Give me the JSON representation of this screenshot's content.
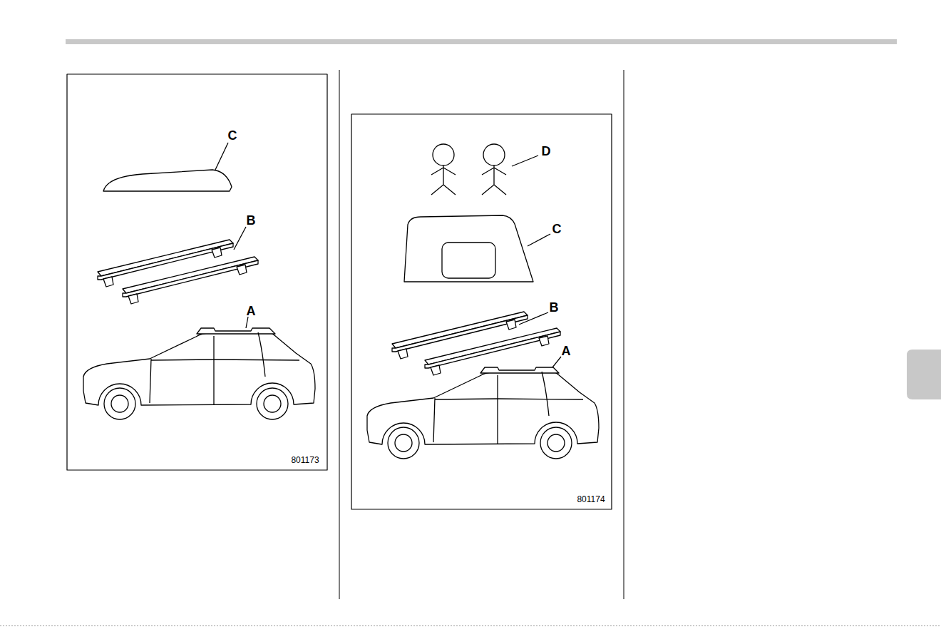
{
  "diagram": {
    "labels": [
      "C",
      "B",
      "A",
      "801173",
      "D",
      "C",
      "B",
      "A",
      "801174"
    ]
  }
}
